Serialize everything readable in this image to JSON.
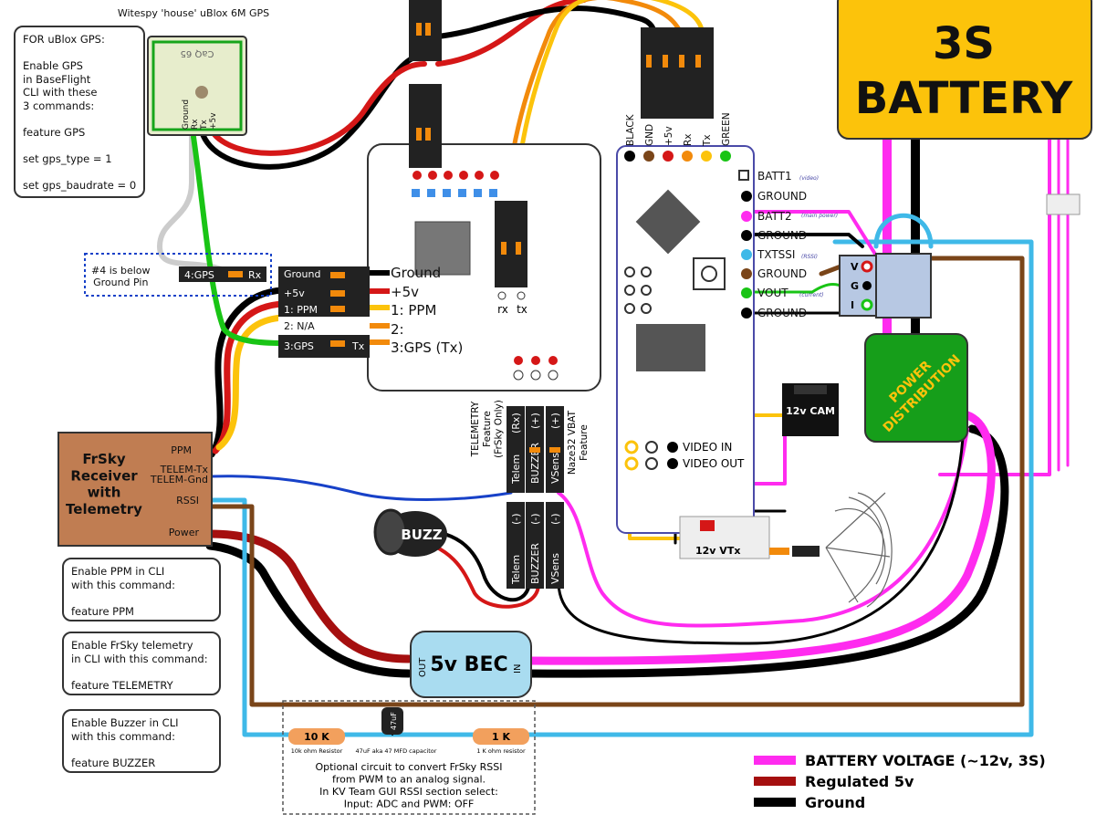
{
  "gps": {
    "title": "Witespy 'house' uBlox 6M GPS",
    "chip": "CaQ 65",
    "pins": [
      "Ground",
      "Rx",
      "Tx",
      "+5v"
    ]
  },
  "notes": {
    "gps": "FOR uBlox GPS:\n\nEnable GPS\nin BaseFlight\nCLI with these\n3 commands:\n\nfeature GPS\n\nset gps_type = 1\n\nset gps_baudrate = 0",
    "ppm": "Enable PPM in CLI\nwith this command:\n\nfeature PPM",
    "telemetry": "Enable FrSky telemetry\nin CLI with this command:\n\nfeature TELEMETRY",
    "buzzer": "Enable Buzzer in CLI\nwith this command:\n\nfeature BUZZER",
    "gps_pin": "#4 is below\nGround Pin"
  },
  "battery": {
    "line1": "3S",
    "line2": "BATTERY"
  },
  "naze": {
    "header_labels": [
      "Ground",
      "+5v",
      "1: PPM",
      "2: N/A",
      "3:GPS"
    ],
    "pin_labels": [
      "Ground",
      "+5v",
      "1: PPM",
      "2:",
      "3:GPS (Tx)"
    ],
    "gps_connector": "4:GPS",
    "rx_label": "Rx",
    "tx_label": "Tx",
    "rx": "rx",
    "tx": "tx"
  },
  "osd": {
    "top_labels": [
      "BLACK",
      "GND",
      "+5v",
      "Rx",
      "Tx",
      "GREEN"
    ],
    "right_labels": [
      "BATT1",
      "GROUND",
      "BATT2",
      "GROUND",
      "TXTSSI",
      "GROUND",
      "VOUT",
      "GROUND"
    ],
    "notes": {
      "batt1": "(video)",
      "batt2": "(main power)",
      "rssi": "(RSSI)",
      "vout": "(current)"
    },
    "video_in": "VIDEO IN",
    "video_out": "VIDEO OUT"
  },
  "sensor": {
    "v": "V",
    "g": "G",
    "i": "I"
  },
  "pdb": {
    "line1": "POWER",
    "line2": "DISTRIBUTION"
  },
  "cam": "12v CAM",
  "vtx": "12v VTx",
  "receiver": {
    "name": "FrSky\nReceiver\nwith\nTelemetry",
    "ppm": "PPM",
    "telem_tx": "TELEM-Tx",
    "telem_gnd": "TELEM-Gnd",
    "rssi": "RSSI",
    "power": "Power"
  },
  "connectors": {
    "telem": "Telem",
    "buzzer": "BUZZER",
    "vsens": "VSens",
    "rx_sign": "(Rx)",
    "plus": "(+)",
    "minus": "(-)",
    "telemetry_feature": "TELEMETRY\nFeature\n(FrSky Only)",
    "vbat_feature": "Naze32 VBAT\nFeature"
  },
  "buzz": "BUZZ",
  "bec": {
    "label": "5v BEC",
    "out": "OUT",
    "in": "IN"
  },
  "circuit": {
    "r1": "10 K",
    "r1_note": "10k ohm Resistor",
    "cap": "47uF",
    "cap_note": "47uF aka 47 MFD capacitor",
    "r2": "1 K",
    "r2_note": "1 K ohm resistor",
    "text": "Optional circuit to convert FrSky RSSI\nfrom PWM to an analog signal.\nIn KV Team GUI RSSI section select:\nInput: ADC      and      PWM: OFF"
  },
  "legend": [
    {
      "label": "BATTERY VOLTAGE (~12v, 3S)",
      "color": "#ff2bef"
    },
    {
      "label": "Regulated 5v",
      "color": "#a50f0f"
    },
    {
      "label": "Ground",
      "color": "#000000"
    }
  ],
  "colors": {
    "battery_fill": "#fcc30b",
    "receiver_fill": "#c07d52",
    "pdb_fill": "#169e1a",
    "bec_fill": "#a9dcf0",
    "sensor_fill": "#b7c8e3",
    "resistor_fill": "#f2a05d",
    "gps_fill": "#e7edcc"
  }
}
